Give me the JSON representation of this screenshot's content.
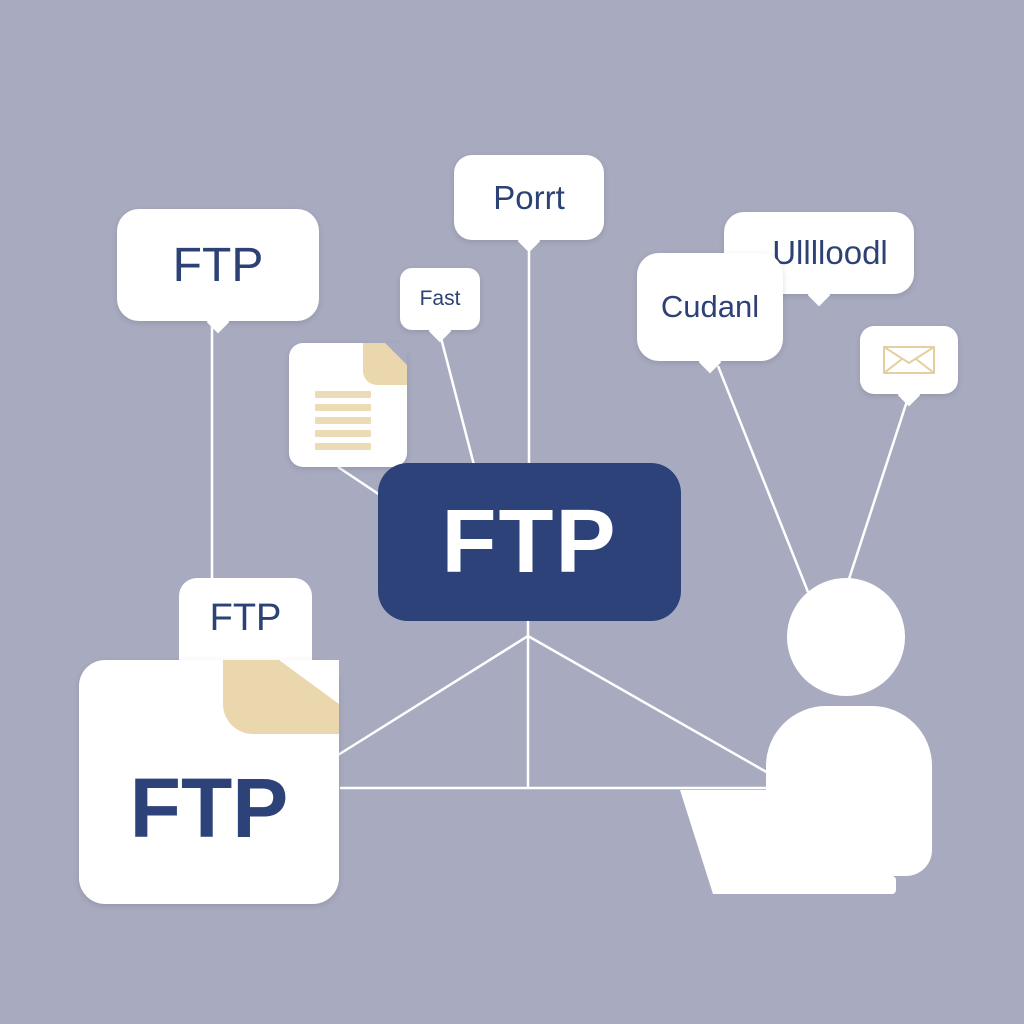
{
  "labels": {
    "ftp_top_left": "FTP",
    "port": "Porrt",
    "fast": "Fast",
    "upload": "Ulllloodl",
    "cudanl": "Cudanl",
    "center": "FTP",
    "ftp_tab": "FTP",
    "ftp_doc": "FTP"
  },
  "icons": {
    "mail": "envelope-icon",
    "document": "document-icon",
    "user": "user-icon",
    "laptop": "laptop-icon"
  },
  "colors": {
    "background": "#a8abbf",
    "navy": "#2c4279",
    "accent": "#ead7ad",
    "node": "#ffffff"
  }
}
